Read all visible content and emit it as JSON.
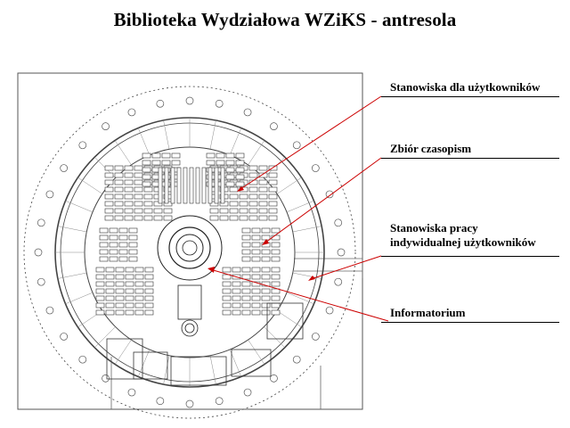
{
  "title": "Biblioteka Wydziałowa WZiKS  - antresola",
  "accent_color": "#cc0000",
  "legend": [
    {
      "id": "user-stations",
      "label": "Stanowiska  dla użytkowników"
    },
    {
      "id": "periodicals",
      "label": "Zbiór czasopism"
    },
    {
      "id": "individual-work",
      "label_line1": "Stanowiska pracy",
      "label_line2": "indywidualnej użytkowników"
    },
    {
      "id": "information",
      "label": "Informatorium"
    }
  ]
}
